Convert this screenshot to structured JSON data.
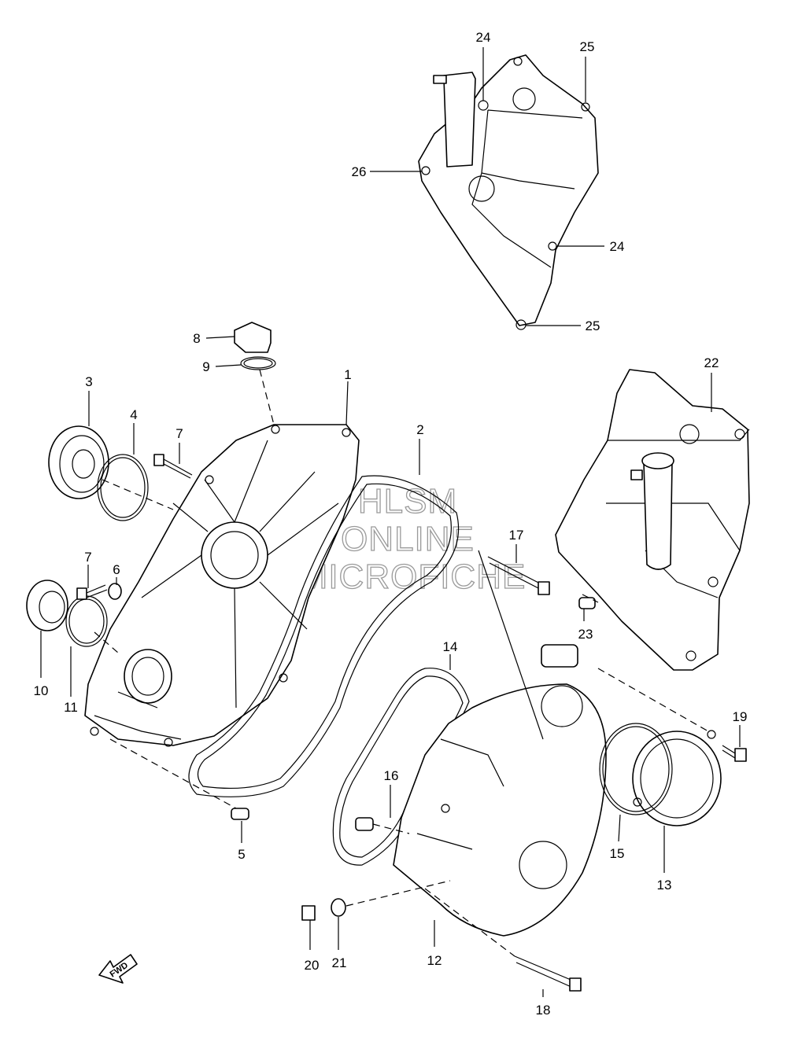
{
  "callouts": {
    "c1": "1",
    "c2": "2",
    "c3": "3",
    "c4": "4",
    "c5": "5",
    "c6": "6",
    "c7a": "7",
    "c7b": "7",
    "c8": "8",
    "c9": "9",
    "c10": "10",
    "c11": "11",
    "c12": "12",
    "c13": "13",
    "c14": "14",
    "c15": "15",
    "c16": "16",
    "c17": "17",
    "c18": "18",
    "c19": "19",
    "c20": "20",
    "c21": "21",
    "c22": "22",
    "c23": "23",
    "c24a": "24",
    "c24b": "24",
    "c25a": "25",
    "c25b": "25",
    "c26": "26"
  },
  "watermark": {
    "line1": "HLSM",
    "line2": "ONLINE",
    "line3": "MICROFICHE"
  },
  "fwd_label": "FWD"
}
